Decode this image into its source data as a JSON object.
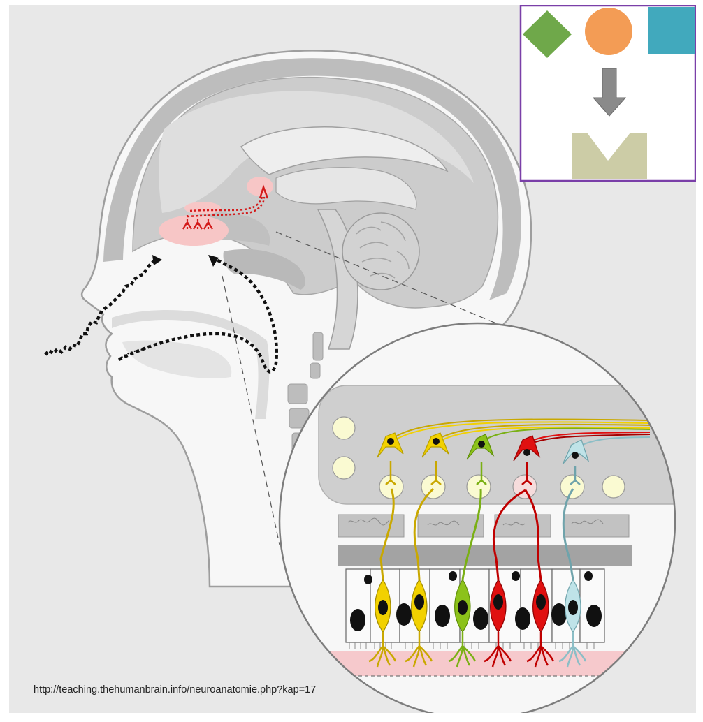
{
  "source_url": "http://teaching.thehumanbrain.info/neuroanatomie.php?kap=17",
  "colors": {
    "panel_bg": "#e8e8e8",
    "head_fill": "#f7f7f7",
    "brain_gray": "#c8c8c8",
    "olfactory_pink": "#f7c6c6",
    "signal_red": "#d31a1a",
    "neuron_yellow": "#f2d100",
    "neuron_green": "#8cc21a",
    "neuron_red": "#e01010",
    "neuron_blue": "#bfe3e8",
    "glomerulus": "#fafad2",
    "mucus_pink": "#f6c9cc",
    "legend_border": "#7a3fa8",
    "legend_diamond": "#6fa84a",
    "legend_circle": "#f39c55",
    "legend_square": "#41a9bd",
    "legend_arrow": "#8a8a8a",
    "legend_receptor": "#cccca6"
  },
  "legend": {
    "shapes": [
      "diamond",
      "circle",
      "square"
    ],
    "arrow": "down-arrow",
    "receptor": "notched-receptor"
  }
}
